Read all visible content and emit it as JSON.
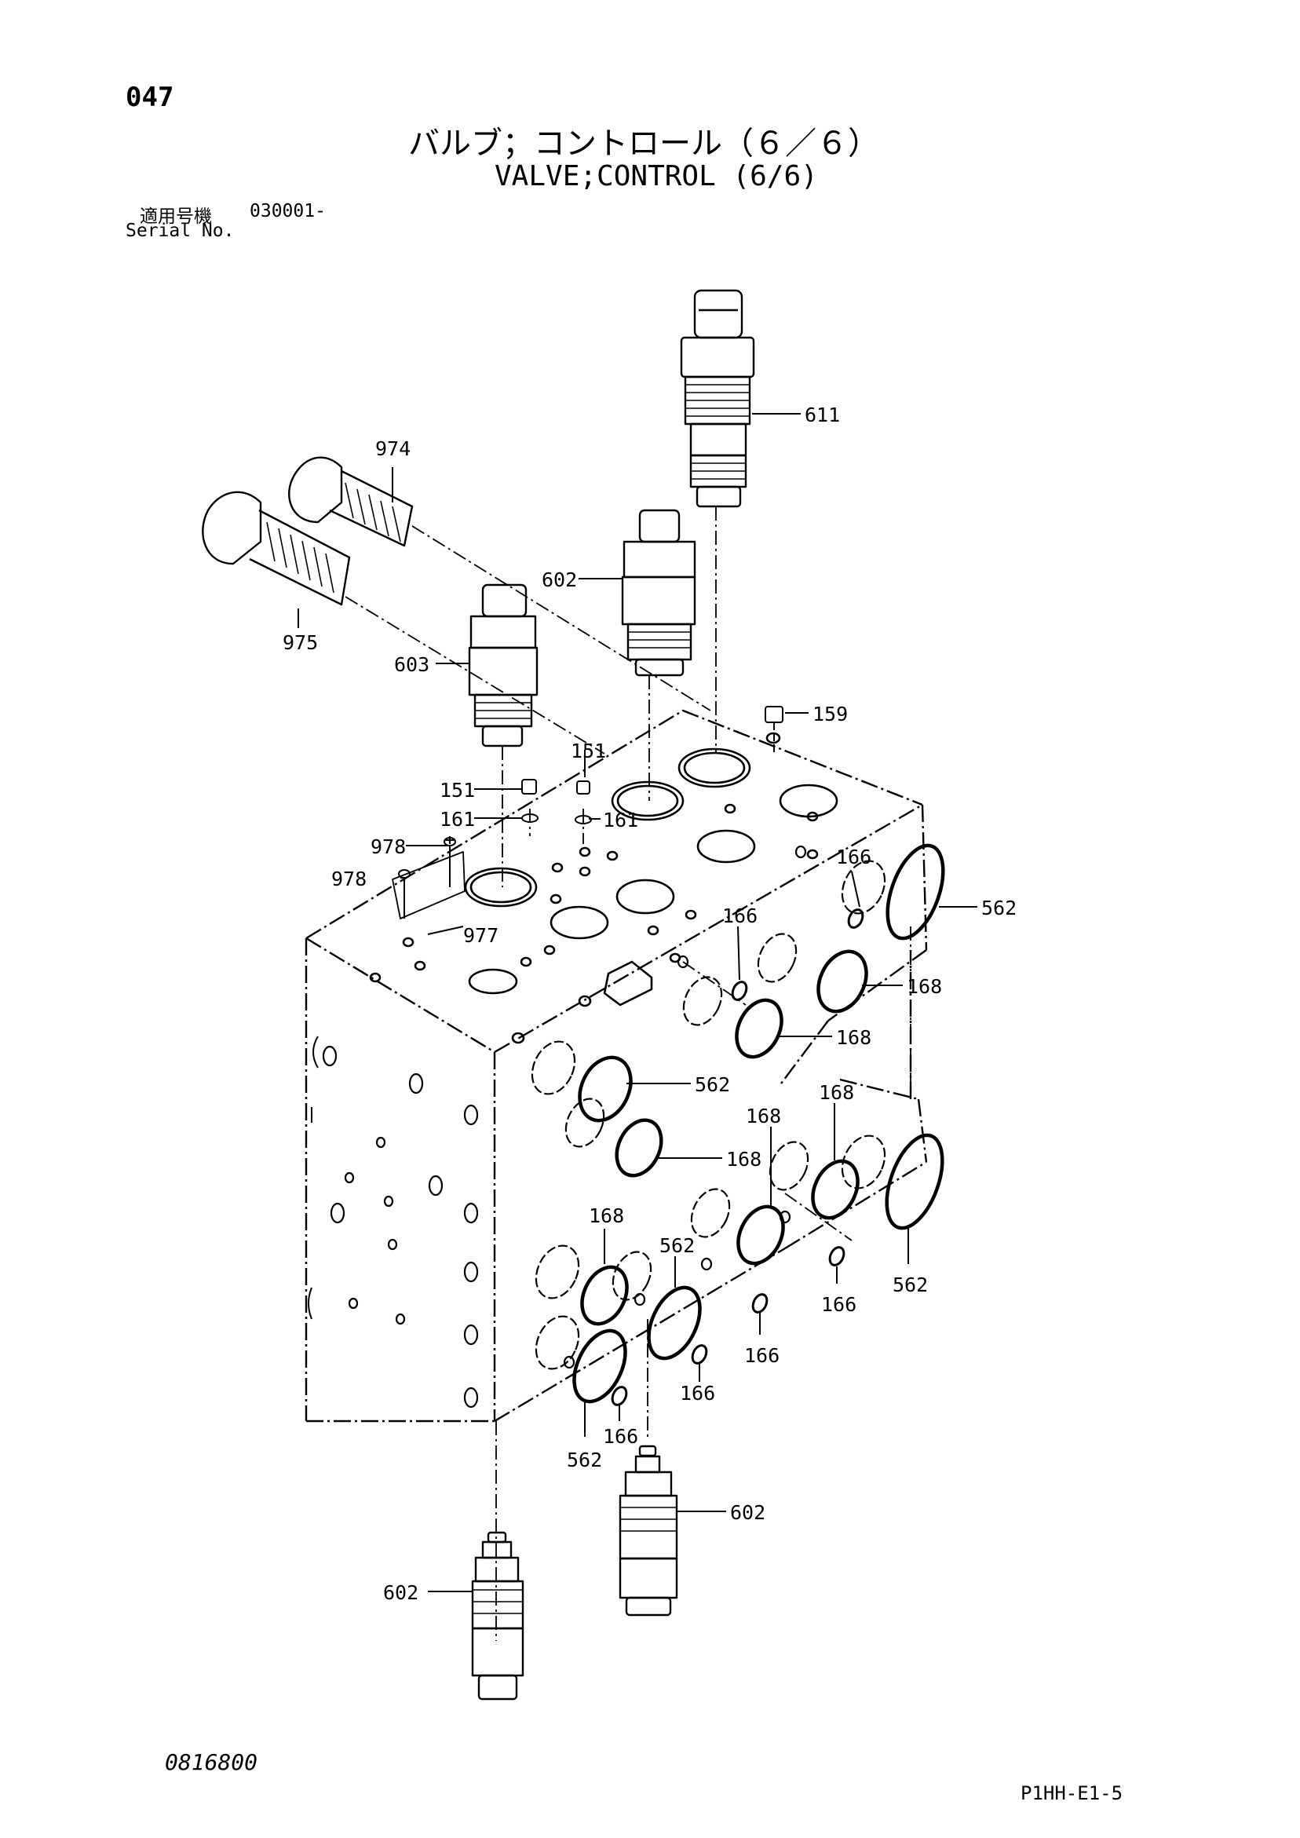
{
  "header": {
    "page_number": "047",
    "title_jp": "バルブ；コントロール（６／６）",
    "title_en": "VALVE;CONTROL (6/6)",
    "serial_label_jp": "適用号機",
    "serial_value": "030001-",
    "serial_label_en": "Serial No."
  },
  "parts": [
    {
      "id": "611",
      "label": "611"
    },
    {
      "id": "974",
      "label": "974"
    },
    {
      "id": "975",
      "label": "975"
    },
    {
      "id": "602-top",
      "label": "602"
    },
    {
      "id": "603",
      "label": "603"
    },
    {
      "id": "159",
      "label": "159"
    },
    {
      "id": "151-a",
      "label": "151"
    },
    {
      "id": "151-b",
      "label": "151"
    },
    {
      "id": "161-a",
      "label": "161"
    },
    {
      "id": "161-b",
      "label": "161"
    },
    {
      "id": "978-a",
      "label": "978"
    },
    {
      "id": "978-b",
      "label": "978"
    },
    {
      "id": "977",
      "label": "977"
    },
    {
      "id": "166-a",
      "label": "166"
    },
    {
      "id": "562-a",
      "label": "562"
    },
    {
      "id": "166-b",
      "label": "166"
    },
    {
      "id": "168-a",
      "label": "168"
    },
    {
      "id": "168-b",
      "label": "168"
    },
    {
      "id": "562-b",
      "label": "562"
    },
    {
      "id": "168-c",
      "label": "168"
    },
    {
      "id": "168-d",
      "label": "168"
    },
    {
      "id": "168-e",
      "label": "168"
    },
    {
      "id": "168-f",
      "label": "168"
    },
    {
      "id": "562-c",
      "label": "562"
    },
    {
      "id": "562-d",
      "label": "562"
    },
    {
      "id": "166-c",
      "label": "166"
    },
    {
      "id": "166-d",
      "label": "166"
    },
    {
      "id": "166-e",
      "label": "166"
    },
    {
      "id": "166-f",
      "label": "166"
    },
    {
      "id": "562-e",
      "label": "562"
    },
    {
      "id": "602-mid",
      "label": "602"
    },
    {
      "id": "602-bottom",
      "label": "602"
    }
  ],
  "footer": {
    "doc_code": "0816800",
    "ref_code": "P1HH-E1-5"
  }
}
